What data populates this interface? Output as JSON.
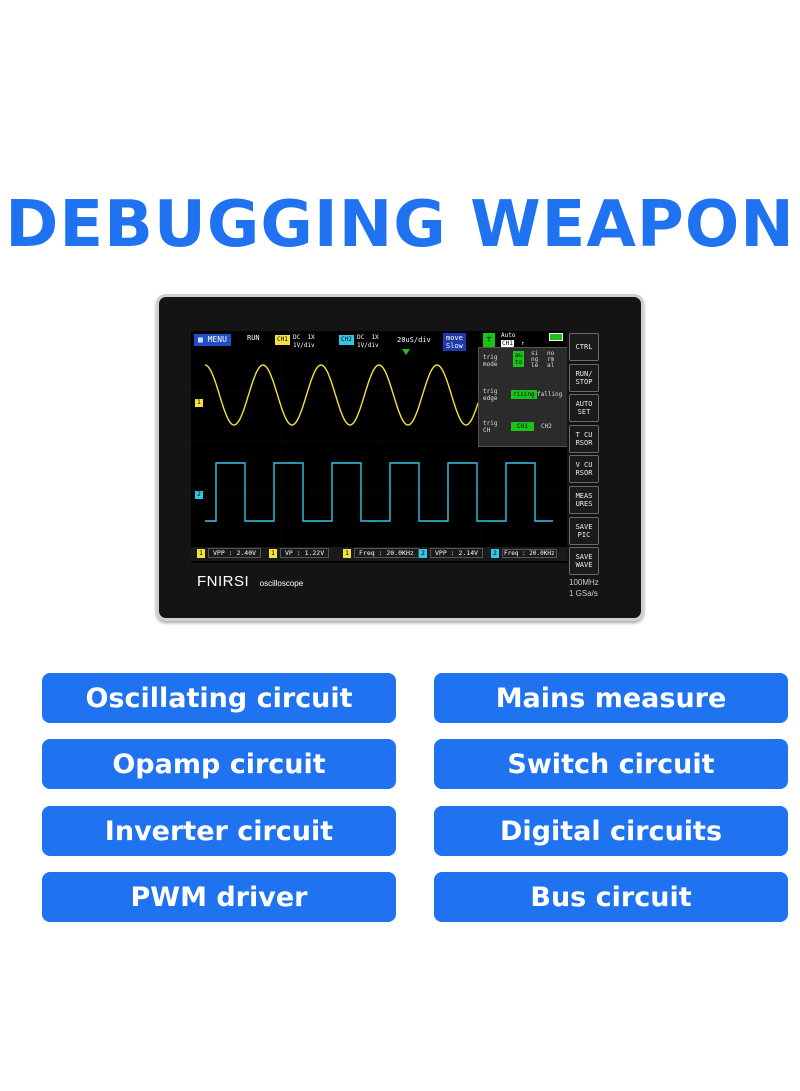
{
  "headline": "DEBUGGING WEAPON",
  "device": {
    "brand": "FNIRSI",
    "brand_sub": "oscilloscope",
    "spec_bw": "100MHz",
    "spec_rate": "1  GSa/s",
    "side_buttons": [
      "CTRL",
      "RUN/\nSTOP",
      "AUTO\nSET",
      "T CU\nRSOR",
      "V CU\nRSOR",
      "MEAS\nURES",
      "SAVE\nPIC",
      "SAVE\nWAVE"
    ],
    "screen": {
      "menu": "MENU",
      "run": "RUN",
      "ch1_tag": "CH1",
      "ch1_info": "DC  1X\n1V/div",
      "ch2_tag": "CH2",
      "ch2_info": "DC  1X\n1V/div",
      "timebase": "20uS/div",
      "move": "move\nSlow",
      "trig_tag": "T",
      "trig_auto": "Auto",
      "trig_ch": "CH1",
      "trig_mode_label": "trig\nmode",
      "trig_mode_opts": [
        "au\nto",
        "si\nng\nle",
        "no\nrm\nal"
      ],
      "trig_edge_label": "trig\nedge",
      "trig_edge_opts": [
        "rising",
        "falling"
      ],
      "trig_ch_label": "trig\nCH",
      "trig_ch_opts": [
        "CH1",
        "CH2"
      ],
      "ch1_marker": "1",
      "ch2_marker": "2",
      "measures": [
        {
          "ch": "1",
          "text": "VPP : 2.40V"
        },
        {
          "ch": "1",
          "text": "VP  : 1.22V"
        },
        {
          "ch": "1",
          "text": "Freq : 20.0KHz"
        },
        {
          "ch": "2",
          "text": "VPP : 2.14V"
        },
        {
          "ch": "2",
          "text": "Freq : 20.0KHz"
        }
      ]
    }
  },
  "applications": [
    "Oscillating circuit",
    "Mains measure",
    "Opamp circuit",
    "Switch circuit",
    "Inverter circuit",
    "Digital circuits",
    "PWM driver",
    "Bus circuit"
  ],
  "colors": {
    "accent": "#1f72f0",
    "ch1": "#f3e23a",
    "ch2": "#34c6e6",
    "trig": "#19c419"
  }
}
